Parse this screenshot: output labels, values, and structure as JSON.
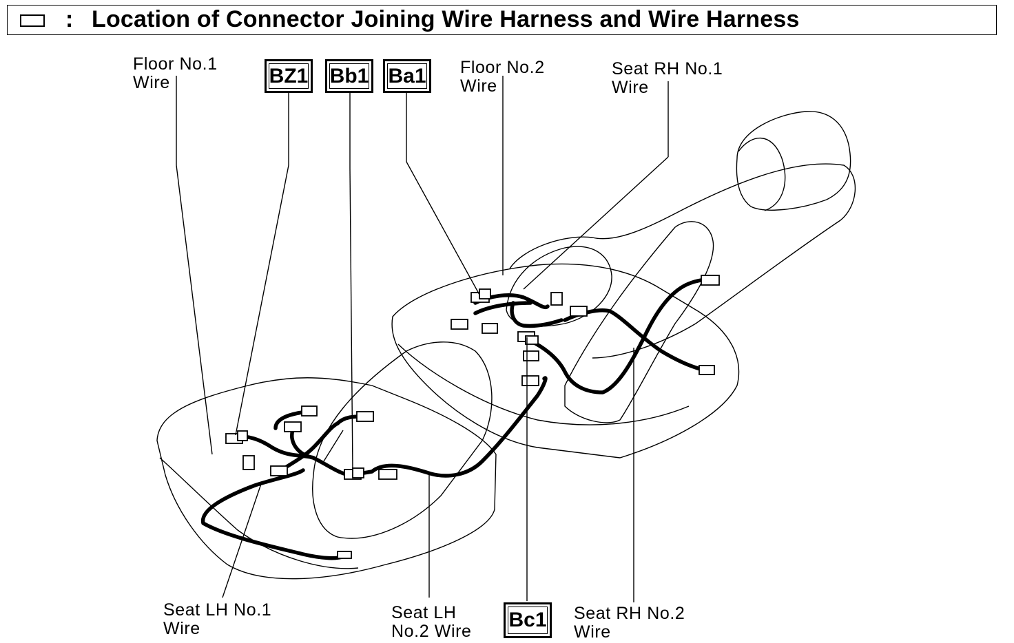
{
  "title": {
    "icon": "connector-box-symbol-icon",
    "colon": ":",
    "text": "Location of Connector Joining Wire Harness and Wire Harness"
  },
  "codes": {
    "bz1": "BZ1",
    "bb1": "Bb1",
    "ba1": "Ba1",
    "bc1": "Bc1"
  },
  "labels": {
    "floor_no1": "Floor No.1\nWire",
    "floor_no2": "Floor No.2\nWire",
    "seat_rh_no1": "Seat RH No.1\nWire",
    "seat_lh_no1": "Seat LH No.1\nWire",
    "seat_lh_no2": "Seat LH\nNo.2 Wire",
    "seat_rh_no2": "Seat RH No.2\nWire"
  }
}
